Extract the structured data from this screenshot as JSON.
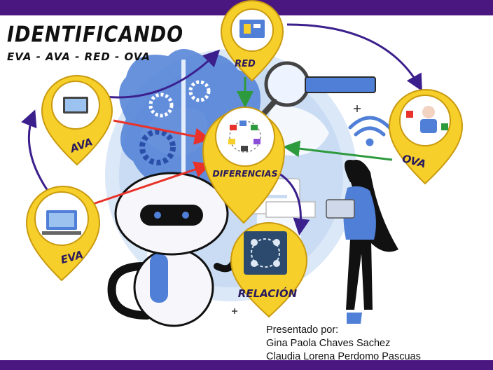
{
  "title": {
    "main": "IDENTIFICANDO",
    "sub": "EVA - AVA - RED - OVA"
  },
  "nodes": {
    "red": "RED",
    "ava": "AVA",
    "ova": "OVA",
    "eva": "EVA",
    "diferencias": "DIFERENCIAS",
    "relacion": "RELACIÓN"
  },
  "credits": {
    "heading": "Presentado por:",
    "authors": [
      "Gina Paola Chaves Sachez",
      "Claudia Lorena Perdomo Pascuas"
    ]
  },
  "colors": {
    "band": "#4a1680",
    "pin": "#f6cf2a",
    "arrow_purple": "#3b1f8c",
    "arrow_red": "#e8322a",
    "arrow_green": "#2e9a3e",
    "globe": "#c9dcf4",
    "brain": "#4f7fd6"
  }
}
